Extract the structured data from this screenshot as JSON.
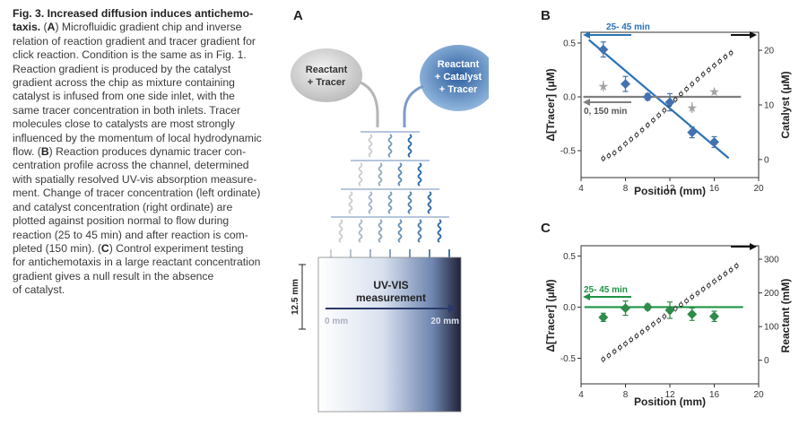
{
  "caption": {
    "lines": [
      "Fig. 3. Increased diffusion induces antichemo-",
      "taxis. (A) Microfluidic gradient chip and inverse",
      "relation of reaction gradient and tracer gradient for",
      "click reaction. Condition is the same as in Fig. 1.",
      "Reaction gradient is produced by the catalyst",
      "gradient across the chip as mixture containing",
      "catalyst is infused from one side inlet, with the",
      "same tracer concentration in both inlets. Tracer",
      "molecules close to catalysts are most strongly",
      "influenced by the momentum of local hydrodynamic",
      "flow. (B) Reaction produces dynamic tracer con-",
      "centration profile across the channel, determined",
      "with spatially resolved UV-vis absorption measure-",
      "ment. Change of tracer concentration (left ordinate)",
      "and catalyst concentration (right ordinate) are",
      "plotted against position normal to flow during",
      "reaction (25 to 45 min) and after reaction is com-",
      "pleted (150 min). (C) Control experiment testing",
      "for antichemotaxis in a large reactant concentration",
      "gradient gives a null result in the absence",
      "of catalyst."
    ]
  },
  "panelA": {
    "letter": "A",
    "inlet_left": [
      "Reactant",
      "+ Tracer"
    ],
    "inlet_right": [
      "Reactant",
      "+ Catalyst",
      "+ Tracer"
    ],
    "measurement": [
      "UV-VIS",
      "measurement"
    ],
    "width_label": "12.5 mm",
    "pos_start": "0 mm",
    "pos_end": "20 mm"
  },
  "colors": {
    "blue": "#2a73b6",
    "diamond_blue": "#4472b0",
    "gray": "#7f7f7f",
    "star_gray": "#a3a3a3",
    "green": "#1f9445",
    "diamond_green": "#2e8b4a"
  },
  "chart_data": [
    {
      "panel": "B",
      "type": "scatter",
      "xlabel": "Position (mm)",
      "ylabel_left": "Δ[Tracer] (μM)",
      "ylabel_right": "Catalyst (μM)",
      "xlim": [
        4,
        20
      ],
      "ylim_left": [
        -0.75,
        0.6
      ],
      "ylim_right": [
        -3.3,
        23.3
      ],
      "xticks": [
        "4",
        "8",
        "12",
        "16",
        "20"
      ],
      "yticks_left": [
        "0.5",
        "0.0",
        "-0.5"
      ],
      "yticks_right": [
        "20",
        "10",
        "0"
      ],
      "series": [
        {
          "name": "25- 45 min",
          "style": "diamond",
          "x": [
            6,
            8,
            10,
            12,
            14,
            16
          ],
          "y": [
            0.44,
            0.12,
            0.0,
            -0.05,
            -0.33,
            -0.42
          ],
          "err": [
            0.07,
            0.07,
            0.03,
            0.08,
            0.05,
            0.05
          ]
        },
        {
          "name": "25- 45 min fit",
          "style": "line",
          "x": [
            4.7,
            17.3
          ],
          "y": [
            0.53,
            -0.57
          ]
        },
        {
          "name": "0, 150 min",
          "style": "star",
          "x": [
            6,
            14,
            16
          ],
          "y": [
            0.1,
            -0.1,
            0.05
          ],
          "err": [
            0.05,
            0.05,
            0.03
          ]
        },
        {
          "name": "0, 150 min line",
          "style": "line",
          "x": [
            4.2,
            18.4
          ],
          "y": [
            0.0,
            0.0
          ]
        },
        {
          "name": "Catalyst",
          "axis": "right",
          "style": "dotted",
          "x": [
            6.0,
            6.5,
            7.0,
            7.5,
            8.0,
            8.5,
            9.0,
            9.5,
            10.0,
            10.5,
            11.0,
            11.5,
            12.0,
            12.5,
            13.0,
            13.5,
            14.0,
            14.5,
            15.0,
            15.5,
            16.0,
            16.5,
            17.0,
            17.5
          ],
          "y": [
            0.2,
            0.7,
            1.2,
            2.0,
            2.9,
            3.7,
            4.5,
            5.4,
            6.3,
            7.2,
            8.1,
            9.0,
            10.0,
            11.0,
            12.0,
            12.9,
            13.8,
            14.7,
            15.6,
            16.4,
            17.2,
            18.0,
            18.8,
            19.5
          ]
        }
      ],
      "annotations": [
        "25- 45 min",
        "0, 150 min"
      ]
    },
    {
      "panel": "C",
      "type": "scatter",
      "xlabel": "Position (mm)",
      "ylabel_left": "Δ[Tracer] (μM)",
      "ylabel_right": "Reactant (mM)",
      "xlim": [
        4,
        20
      ],
      "ylim_left": [
        -0.75,
        0.6
      ],
      "ylim_right": [
        -70,
        340
      ],
      "xticks": [
        "4",
        "8",
        "12",
        "16",
        "20"
      ],
      "yticks_left": [
        "0.5",
        "0.0",
        "-0.5"
      ],
      "yticks_right": [
        "300",
        "200",
        "100",
        "0"
      ],
      "series": [
        {
          "name": "25- 45 min",
          "style": "diamond",
          "x": [
            6,
            8,
            10,
            12,
            14,
            16
          ],
          "y": [
            -0.1,
            -0.01,
            0.0,
            -0.03,
            -0.07,
            -0.09
          ],
          "err": [
            0.04,
            0.07,
            0.03,
            0.08,
            0.06,
            0.05
          ]
        },
        {
          "name": "25- 45 min fit",
          "style": "line",
          "x": [
            4.3,
            18.6
          ],
          "y": [
            0.0,
            0.0
          ]
        },
        {
          "name": "Reactant",
          "axis": "right",
          "style": "dotted",
          "x": [
            6.0,
            6.5,
            7.0,
            7.5,
            8.0,
            8.5,
            9.0,
            9.5,
            10.0,
            10.5,
            11.0,
            11.5,
            12.0,
            12.5,
            13.0,
            13.5,
            14.0,
            14.5,
            15.0,
            15.5,
            16.0,
            16.5,
            17.0,
            17.5,
            18.0
          ],
          "y": [
            3,
            14,
            26,
            38,
            49,
            61,
            72,
            84,
            95,
            107,
            118,
            130,
            142,
            153,
            165,
            176,
            188,
            199,
            211,
            222,
            234,
            245,
            257,
            268,
            280
          ]
        }
      ],
      "annotations": [
        "25- 45 min"
      ]
    }
  ]
}
